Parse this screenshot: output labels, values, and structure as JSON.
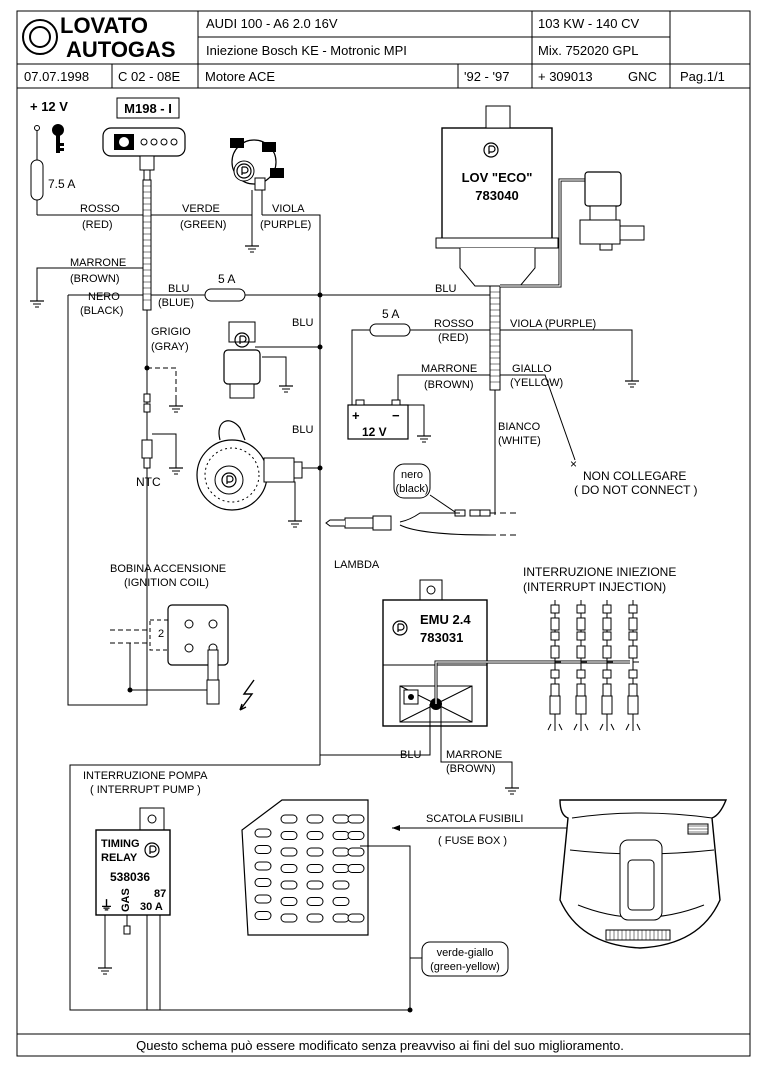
{
  "header": {
    "brand_top": "LOVATO",
    "brand_bottom": "AUTOGAS",
    "vehicle": "AUDI 100 - A6  2.0  16V",
    "injection": "Iniezione Bosch  KE - Motronic  MPI",
    "power": "103 KW - 140 CV",
    "mix": "Mix. 752020  GPL",
    "date": "07.07.1998",
    "code": "C 02 - 08E",
    "engine": "Motore ACE",
    "years": "'92 - '97",
    "number": "+ 309013",
    "gnc": "GNC",
    "page": "Pag.1/1"
  },
  "labels": {
    "plus12v": "+ 12 V",
    "switch": "M198 - I",
    "fuse75": "7.5 A",
    "rosso": "ROSSO",
    "red": "(RED)",
    "verde": "VERDE",
    "green": "(GREEN)",
    "viola": "VIOLA",
    "purple": "(PURPLE)",
    "marrone": "MARRONE",
    "brown": "(BROWN)",
    "nero": "NERO",
    "black": "(BLACK)",
    "blu": "BLU",
    "blue": "(BLUE)",
    "fuse5a": "5 A",
    "blu_top": "BLU",
    "grigio": "GRIGIO",
    "gray": "(GRAY)",
    "blu2": "BLU",
    "blu3": "BLU",
    "ntc": "NTC",
    "lov_eco": "LOV \"ECO\"",
    "lov_code": "783040",
    "fuse5a_2": "5 A",
    "rosso2": "ROSSO",
    "red2": "(RED)",
    "viola_purple": "VIOLA (PURPLE)",
    "marrone2": "MARRONE",
    "brown2": "(BROWN)",
    "giallo": "GIALLO",
    "yellow": "(YELLOW)",
    "battery": "12 V",
    "bianco": "BIANCO",
    "white": "(WHITE)",
    "non_collegare": "NON COLLEGARE",
    "do_not_connect": "( DO NOT CONNECT )",
    "nero_small": "nero",
    "black_small": "(black)",
    "lambda": "LAMBDA",
    "bobina": "BOBINA ACCENSIONE",
    "ignition_coil": "(IGNITION COIL)",
    "coil_pin": "2",
    "emu": "EMU 2.4",
    "emu_code": "783031",
    "interr_iniez": "INTERRUZIONE INIEZIONE",
    "interrupt_inj": "(INTERRUPT INJECTION)",
    "blu4": "BLU",
    "marrone3": "MARRONE",
    "brown3": "(BROWN)",
    "interr_pompa": "INTERRUZIONE POMPA",
    "interrupt_pump": "( INTERRUPT PUMP )",
    "timing": "TIMING",
    "relay": "RELAY",
    "relay_code": "538036",
    "gas": "GAS",
    "pin87": "87",
    "amp30": "30 A",
    "scatola": "SCATOLA FUSIBILI",
    "fuse_box": "( FUSE BOX )",
    "verde_giallo": "verde-giallo",
    "green_yellow": "(green-yellow)"
  },
  "footer": {
    "note": "Questo schema può essere modificato senza preavviso ai fini del suo miglioramento."
  }
}
